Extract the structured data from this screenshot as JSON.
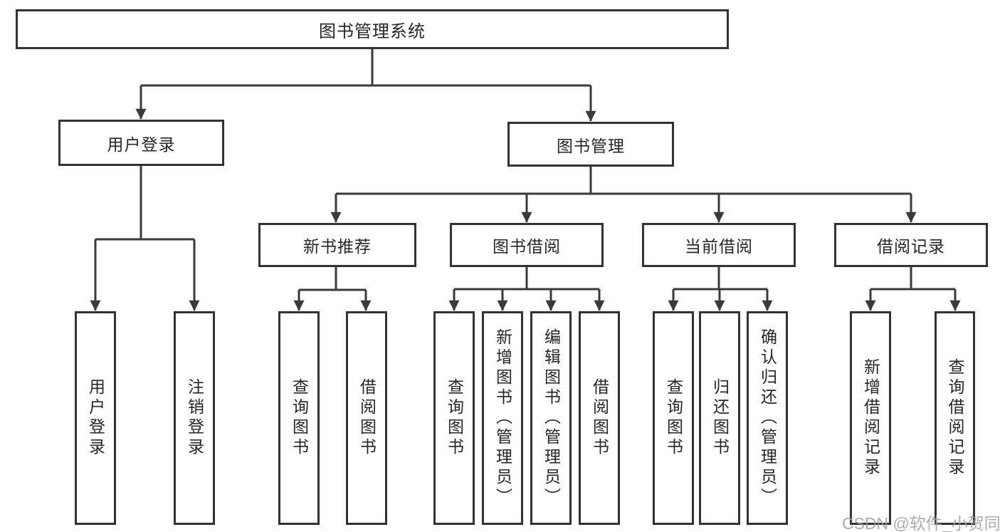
{
  "watermark": "CSDN @软件_小贺同学",
  "colors": {
    "line": "#3a3a3a",
    "box_border": "#333333",
    "text": "#262626",
    "background": "#ffffff",
    "watermark": "#9e9e9e"
  },
  "tree": {
    "root": {
      "label": "图书管理系统",
      "children": [
        {
          "label": "用户登录",
          "children": [
            {
              "label": "用户登录"
            },
            {
              "label": "注销登录"
            }
          ]
        },
        {
          "label": "图书管理",
          "children": [
            {
              "label": "新书推荐",
              "children": [
                {
                  "label": "查询图书"
                },
                {
                  "label": "借阅图书"
                }
              ]
            },
            {
              "label": "图书借阅",
              "children": [
                {
                  "label": "查询图书"
                },
                {
                  "label": "新增图书（管理员）"
                },
                {
                  "label": "编辑图书（管理员）"
                },
                {
                  "label": "借阅图书"
                }
              ]
            },
            {
              "label": "当前借阅",
              "children": [
                {
                  "label": "查询图书"
                },
                {
                  "label": "归还图书"
                },
                {
                  "label": "确认归还（管理员）"
                }
              ]
            },
            {
              "label": "借阅记录",
              "children": [
                {
                  "label": "新增借阅记录"
                },
                {
                  "label": "查询借阅记录"
                }
              ]
            }
          ]
        }
      ]
    }
  }
}
